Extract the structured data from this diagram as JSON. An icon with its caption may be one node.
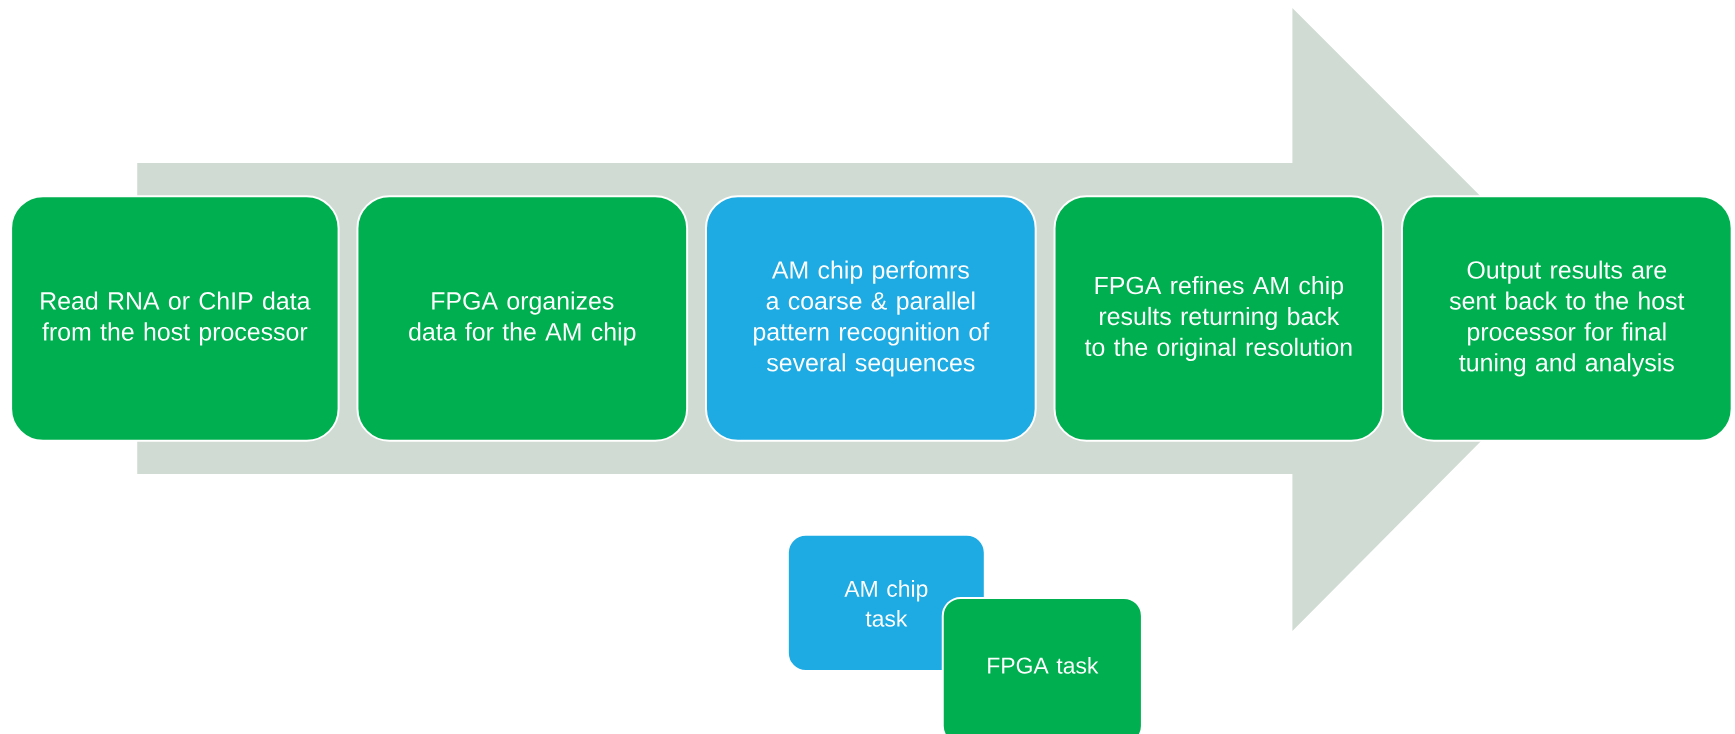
{
  "diagram": {
    "nodes": [
      {
        "text": [
          "Read RNA or ChIP data from the host processor"
        ]
      },
      {
        "text": [
          "FPGA organizes data for the AM chip"
        ]
      },
      {
        "text": [
          "AM chip perfomrs a coarse & parallel pattern recognition of several sequences"
        ]
      },
      {
        "text": [
          "FPGA refines AM chip results returning back to the original resolution"
        ]
      },
      {
        "text": [
          "Output results are sent back to the host processor for final tuning and analysis"
        ]
      }
    ],
    "edges": [
      {
        "from": 0,
        "to": 4,
        "arrow": "to",
        "style": "thick"
      }
    ],
    "legend": [
      {
        "text": "AM chip task",
        "color": "#1eabe3"
      },
      {
        "text": "FPGA task",
        "color": "#00b050"
      }
    ]
  }
}
